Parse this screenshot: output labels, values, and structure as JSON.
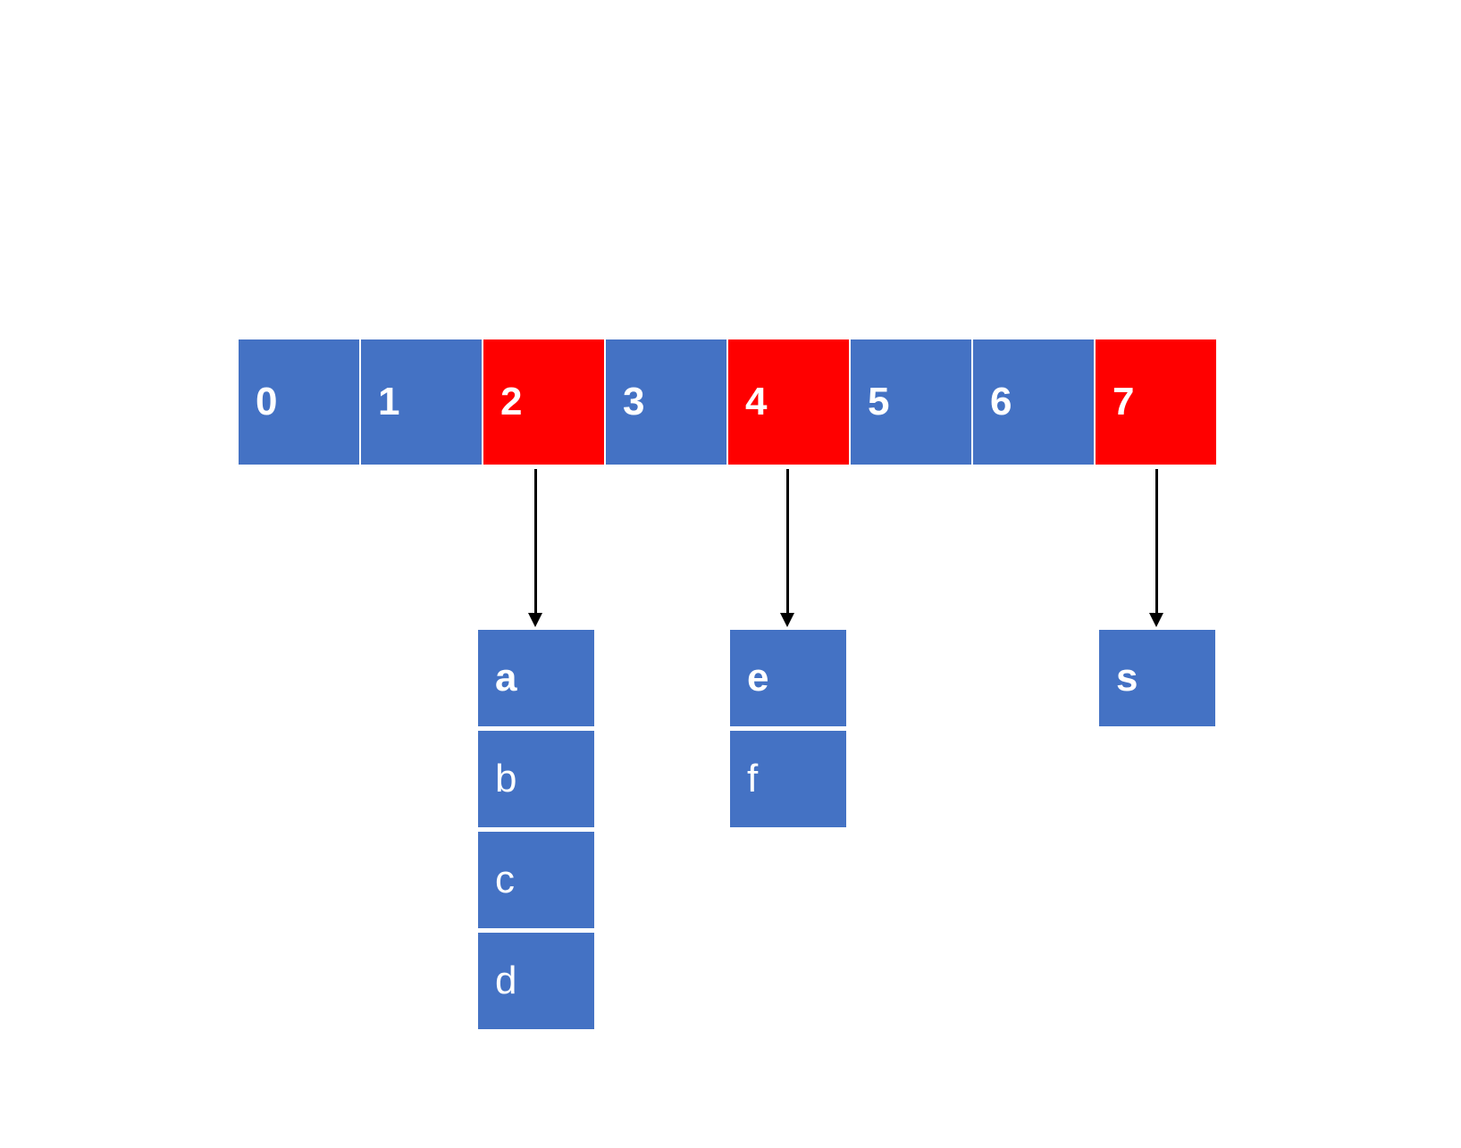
{
  "colors": {
    "normal": "#4472C4",
    "highlight": "#FF0000",
    "arrow": "#000000",
    "text": "#FFFFFF"
  },
  "array": [
    {
      "label": "0",
      "highlight": false
    },
    {
      "label": "1",
      "highlight": false
    },
    {
      "label": "2",
      "highlight": true
    },
    {
      "label": "3",
      "highlight": false
    },
    {
      "label": "4",
      "highlight": true
    },
    {
      "label": "5",
      "highlight": false
    },
    {
      "label": "6",
      "highlight": false
    },
    {
      "label": "7",
      "highlight": true
    }
  ],
  "chains": [
    {
      "index": 2,
      "items": [
        "a",
        "b",
        "c",
        "d"
      ]
    },
    {
      "index": 4,
      "items": [
        "e",
        "f"
      ]
    },
    {
      "index": 7,
      "items": [
        "s"
      ]
    }
  ]
}
